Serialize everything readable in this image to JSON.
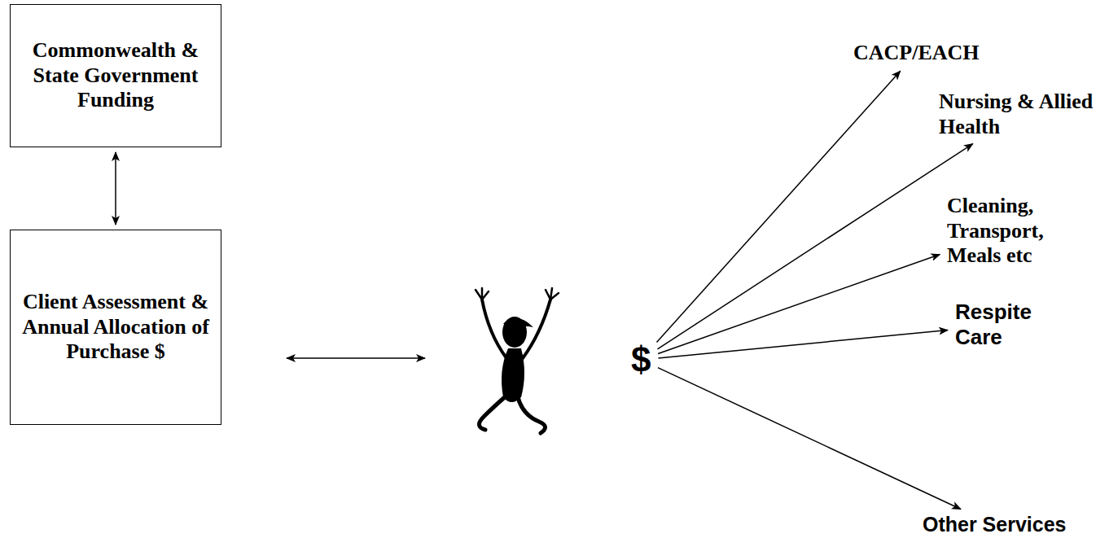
{
  "diagram": {
    "nodes": [
      {
        "text": [
          "Commonwealth & State Government Funding"
        ]
      },
      {
        "text": [
          "Client Assessment & Annual Allocation of Purchase $"
        ]
      },
      {
        "text": [
          "$"
        ]
      },
      {
        "text": [
          "CACP/EACH"
        ]
      },
      {
        "text": [
          "Nursing & Allied Health"
        ]
      },
      {
        "text": [
          "Cleaning, Transport, Meals etc"
        ]
      },
      {
        "text": [
          "Respite Care"
        ]
      },
      {
        "text": [
          "Other Services"
        ]
      }
    ],
    "edges": [
      {
        "from": 0,
        "to": 1,
        "arrow": "both"
      },
      {
        "from": 2,
        "to": 3,
        "arrow": "to"
      },
      {
        "from": 2,
        "to": 4,
        "arrow": "to"
      },
      {
        "from": 2,
        "to": 5,
        "arrow": "to"
      },
      {
        "from": 2,
        "to": 6,
        "arrow": "to"
      },
      {
        "from": 2,
        "to": 7,
        "arrow": "to"
      }
    ]
  }
}
